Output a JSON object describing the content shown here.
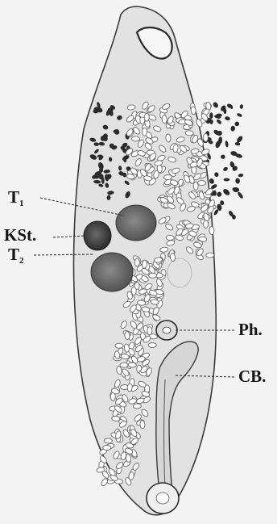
{
  "labels": {
    "t1": {
      "main": "T",
      "sub": "1"
    },
    "kst": "KSt.",
    "t2": {
      "main": "T",
      "sub": "2"
    },
    "ph": "Ph.",
    "cb": "CB."
  },
  "colors": {
    "background": "#f3f3f3",
    "body_fill": "#e2e2e2",
    "outline": "#3a3a3a",
    "vitellaria": "#2b2b2b",
    "egg": "#6a6a6a",
    "testis": "#5a5a5a",
    "ks": "#3b3b3b"
  }
}
